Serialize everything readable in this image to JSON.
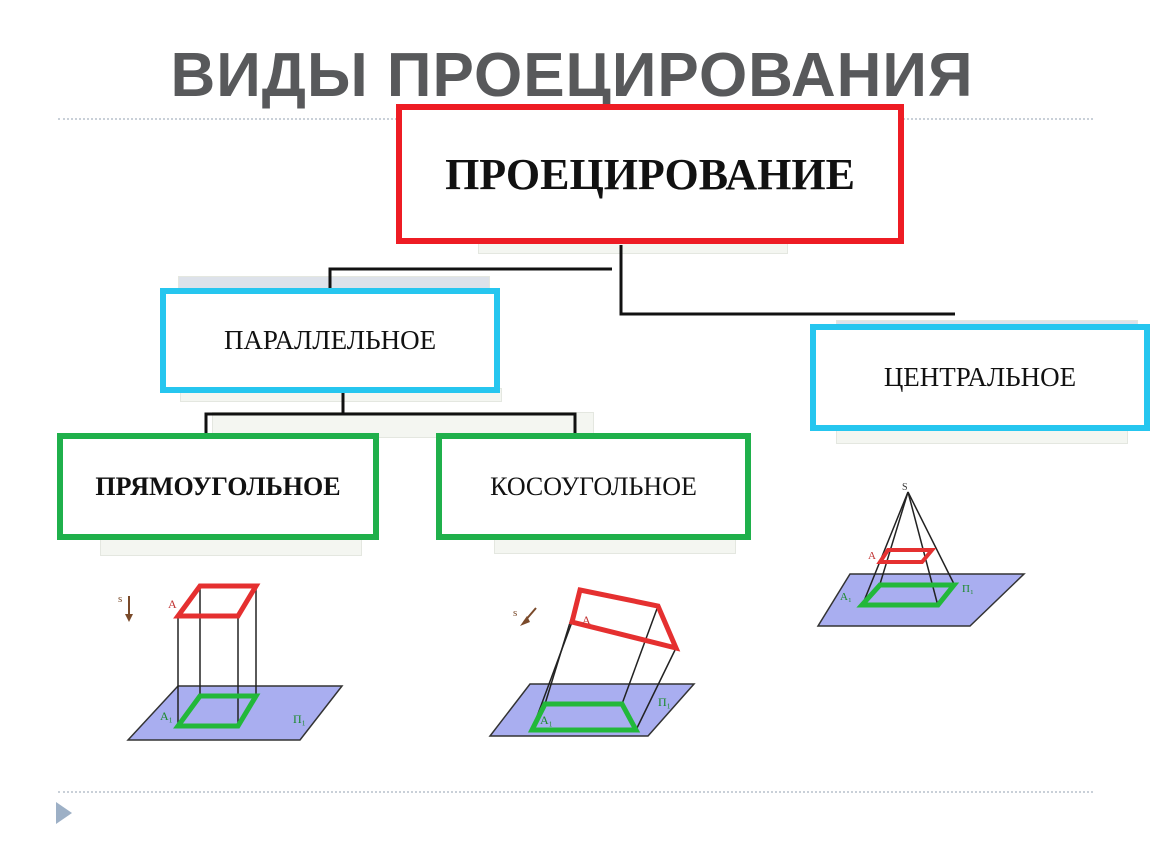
{
  "title": "ВИДЫ ПРОЕЦИРОВАНИЯ",
  "root": {
    "label": "ПРОЕЦИРОВАНИЕ"
  },
  "parallel": {
    "label": "ПАРАЛЛЕЛЬНОЕ"
  },
  "central": {
    "label": "ЦЕНТРАЛЬНОЕ"
  },
  "rectangular": {
    "label": "ПРЯМОУГОЛЬНОЕ"
  },
  "oblique": {
    "label": "КОСОУГОЛЬНОЕ"
  },
  "figures": {
    "rectangular": {
      "point": "A",
      "point_projection": "A₁",
      "plane": "П₁",
      "direction": "s"
    },
    "oblique": {
      "point": "A",
      "point_projection": "A₁",
      "plane": "П₁",
      "direction": "s"
    },
    "central": {
      "center": "S",
      "point": "A",
      "point_projection": "A₁",
      "plane": "П₁"
    }
  },
  "colors": {
    "root_border": "#ee1c24",
    "level2_border": "#26c6ef",
    "level3_border": "#1fb04b",
    "plane_fill": "#a9aef0",
    "object_outline": "#e53030",
    "projection_outline": "#22b83a"
  }
}
